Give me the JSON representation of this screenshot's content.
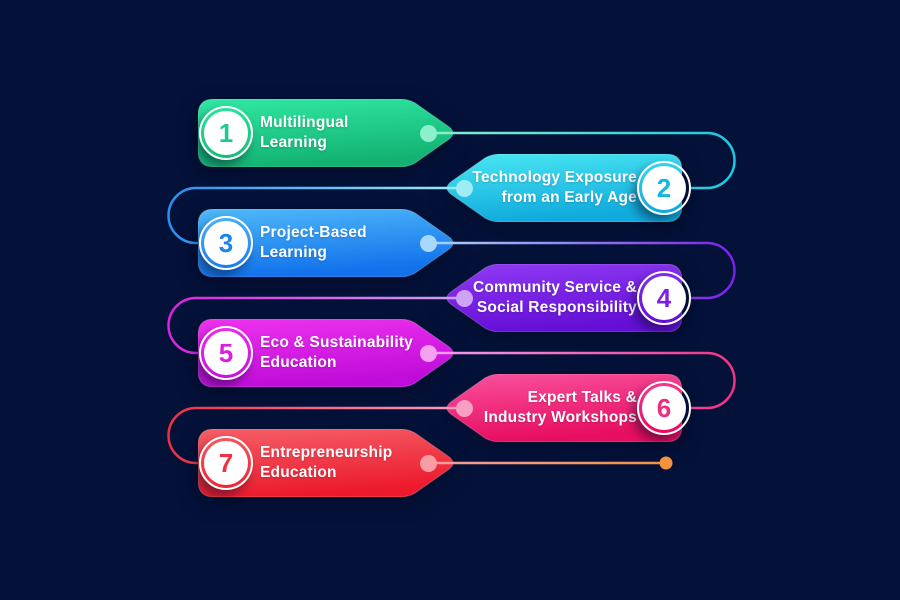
{
  "background_color": "#041139",
  "items": [
    {
      "number": "1",
      "label": "Multilingual\nLearning",
      "point": "right",
      "gradient_from": "#30e8a2",
      "gradient_to": "#13b273",
      "number_color": "#1fca8c",
      "dot_color": "#8df0cb"
    },
    {
      "number": "2",
      "label": "Technology Exposure\nfrom an Early Age",
      "point": "left",
      "gradient_from": "#4ae7f2",
      "gradient_to": "#10aadc",
      "number_color": "#12b8e2",
      "dot_color": "#9fecf5"
    },
    {
      "number": "3",
      "label": "Project-Based\nLearning",
      "point": "right",
      "gradient_from": "#4fb9f8",
      "gradient_to": "#1172ec",
      "number_color": "#1d84f0",
      "dot_color": "#a8d8fb"
    },
    {
      "number": "4",
      "label": "Community Service &\nSocial Responsibility",
      "point": "left",
      "gradient_from": "#8f3af3",
      "gradient_to": "#640fd6",
      "number_color": "#7d1fe6",
      "dot_color": "#cda4f5"
    },
    {
      "number": "5",
      "label": "Eco & Sustainability\nEducation",
      "point": "right",
      "gradient_from": "#ee32ee",
      "gradient_to": "#c00cda",
      "number_color": "#dd1cdd",
      "dot_color": "#f5a0f0"
    },
    {
      "number": "6",
      "label": "Expert Talks &\nIndustry Workshops",
      "point": "left",
      "gradient_from": "#f9519d",
      "gradient_to": "#e70d60",
      "number_color": "#ee2d7e",
      "dot_color": "#f89fc4"
    },
    {
      "number": "7",
      "label": "Entrepreneurship\nEducation",
      "point": "right",
      "gradient_from": "#f55f68",
      "gradient_to": "#ec1a2c",
      "number_color": "#ef3140",
      "dot_color": "#f89da3"
    }
  ],
  "connectors": [
    {
      "from": "1",
      "to": "2",
      "color_start": "#8df0cb",
      "color_end": "#1ac9e2"
    },
    {
      "from": "2",
      "to": "3",
      "color_start": "#9fecf5",
      "color_end": "#2a8ef2"
    },
    {
      "from": "3",
      "to": "4",
      "color_start": "#a8d8fb",
      "color_end": "#7a20e6"
    },
    {
      "from": "4",
      "to": "5",
      "color_start": "#cda4f5",
      "color_end": "#dd22dd"
    },
    {
      "from": "5",
      "to": "6",
      "color_start": "#f5a0f0",
      "color_end": "#f03383"
    },
    {
      "from": "6",
      "to": "7",
      "color_start": "#f89fc4",
      "color_end": "#f02f3e"
    },
    {
      "from": "7",
      "to": "end",
      "color_start": "#f89da3",
      "color_end": "#f5923e"
    }
  ],
  "end_dot_color": "#f5923e"
}
